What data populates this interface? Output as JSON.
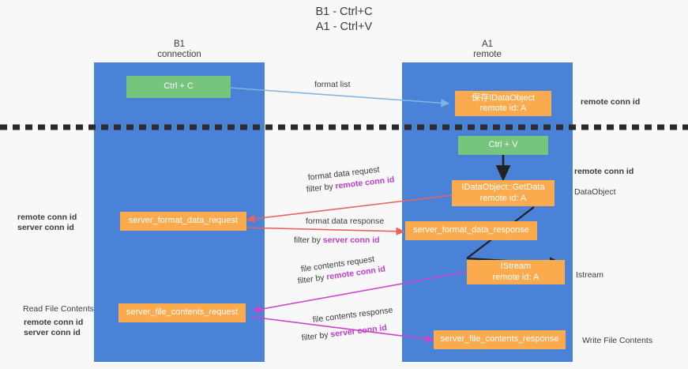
{
  "title": "B1 - Ctrl+C\nA1 - Ctrl+V",
  "columns": [
    {
      "name": "b1",
      "header": "B1\nconnection"
    },
    {
      "name": "a1",
      "header": "A1\nremote"
    }
  ],
  "colors": {
    "lane": "#4a82d8",
    "green_box": "#77c57c",
    "orange_box": "#fbab4e",
    "purple_text": "#bb3fd0",
    "green_text": "#6fbf73",
    "blue_arrow": "#7fb4e3",
    "red_arrow": "#e8635f",
    "magenta_arrow": "#cc44cc",
    "black_arrow": "#222222",
    "background": "#f8f8f8"
  },
  "boxes": {
    "ctrl_c": "Ctrl + C",
    "ctrl_v": "Ctrl + V",
    "idataobject_store": "保存IDataObject\nremote id: A",
    "idataobject_getdata": "IDataObject::GetData\nremote id: A",
    "server_format_data_request": "server_format_data_request",
    "server_format_data_response": "server_format_data_response",
    "istream": "IStream\nremote id: A",
    "server_file_contents_request": "server_file_contents_request",
    "server_file_contents_response": "server_file_contents_response"
  },
  "edge_labels": {
    "format_list": "format list",
    "format_data_request": "format data request",
    "format_data_request_filter_prefix": "filter by ",
    "format_data_request_filter_key": "remote conn id",
    "format_data_response": "format data response",
    "format_data_response_filter_prefix": "filter by ",
    "format_data_response_filter_key": "server conn id",
    "file_contents_request": "file contents request",
    "file_contents_request_filter_prefix": "filter by ",
    "file_contents_request_filter_key": "remote conn id",
    "file_contents_response": "file contents response",
    "file_contents_response_filter_prefix": "filter by ",
    "file_contents_response_filter_key": "server conn id"
  },
  "right_labels": {
    "remote_conn_id_top": "remote conn id",
    "remote_conn_id_mid": "remote conn id",
    "dataobject": "DataObject",
    "istream": "Istream",
    "write_file_contents": "Write File Contents"
  },
  "left_labels": {
    "remote_conn_id_mid": "remote conn id",
    "server_conn_id_mid": "server conn id",
    "read_file_contents": "Read File Contents",
    "remote_conn_id_bottom": "remote conn id",
    "server_conn_id_bottom": "server conn id"
  }
}
